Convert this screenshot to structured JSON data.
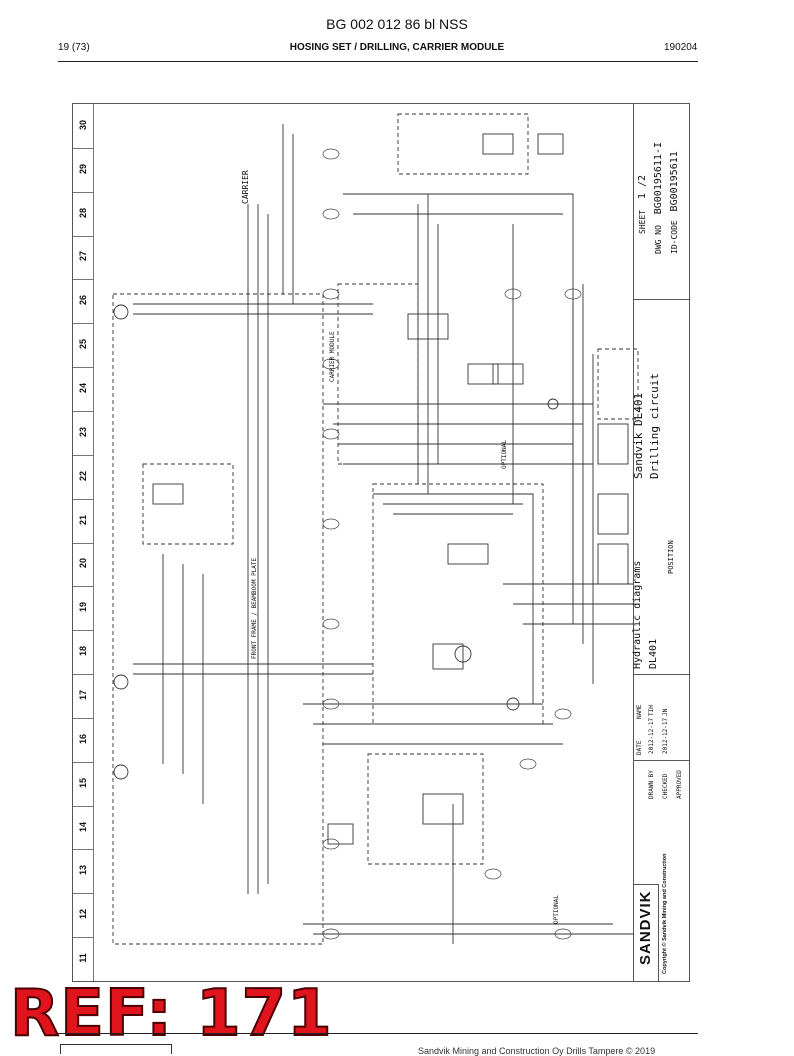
{
  "header": {
    "doc_code": "BG 002 012 86 bl NSS",
    "page": "19 (73)",
    "section": "HOSING SET / DRILLING, CARRIER MODULE",
    "date": "190204"
  },
  "sheet": {
    "columns": [
      "30",
      "29",
      "28",
      "27",
      "26",
      "25",
      "24",
      "23",
      "22",
      "21",
      "20",
      "19",
      "18",
      "17",
      "16",
      "15",
      "14",
      "13",
      "12",
      "11"
    ],
    "carrier_label": "CARRIER",
    "labels": {
      "carrier_module": "CARRIER MODULE",
      "front_frame": "FRONT FRAME / BEAMBOOM PLATE",
      "optional_1": "OPTIONAL",
      "optional_2": "OPTIONAL"
    },
    "title_block": {
      "company": "SANDVIK",
      "copyright": "Copyright © Sandvik Mining and Construction",
      "model": "Sandvik DL401",
      "circuit": "Drilling circuit",
      "doc_type": "Hydraulic diagrams",
      "product": "DL401",
      "sheet_label": "SHEET",
      "sheet_value": "1 /2",
      "dwg_no_label": "DWG NO",
      "dwg_no": "BG00195611-I",
      "idcode_label": "ID-CODE",
      "idcode": "BG00195611",
      "position_label": "POSITION",
      "rows": [
        {
          "label": "DRAWN BY",
          "date": "2012-12-17",
          "name": "TIH"
        },
        {
          "label": "CHECKED",
          "date": "2012-12-17",
          "name": "JN"
        },
        {
          "label": "APPROVED",
          "date": "",
          "name": ""
        }
      ],
      "col_date": "DATE",
      "col_name": "NAME"
    }
  },
  "stamp": "REF: 171",
  "footer": {
    "text": "Sandvik Mining and Construction Oy Drills Tampere © 2019"
  }
}
